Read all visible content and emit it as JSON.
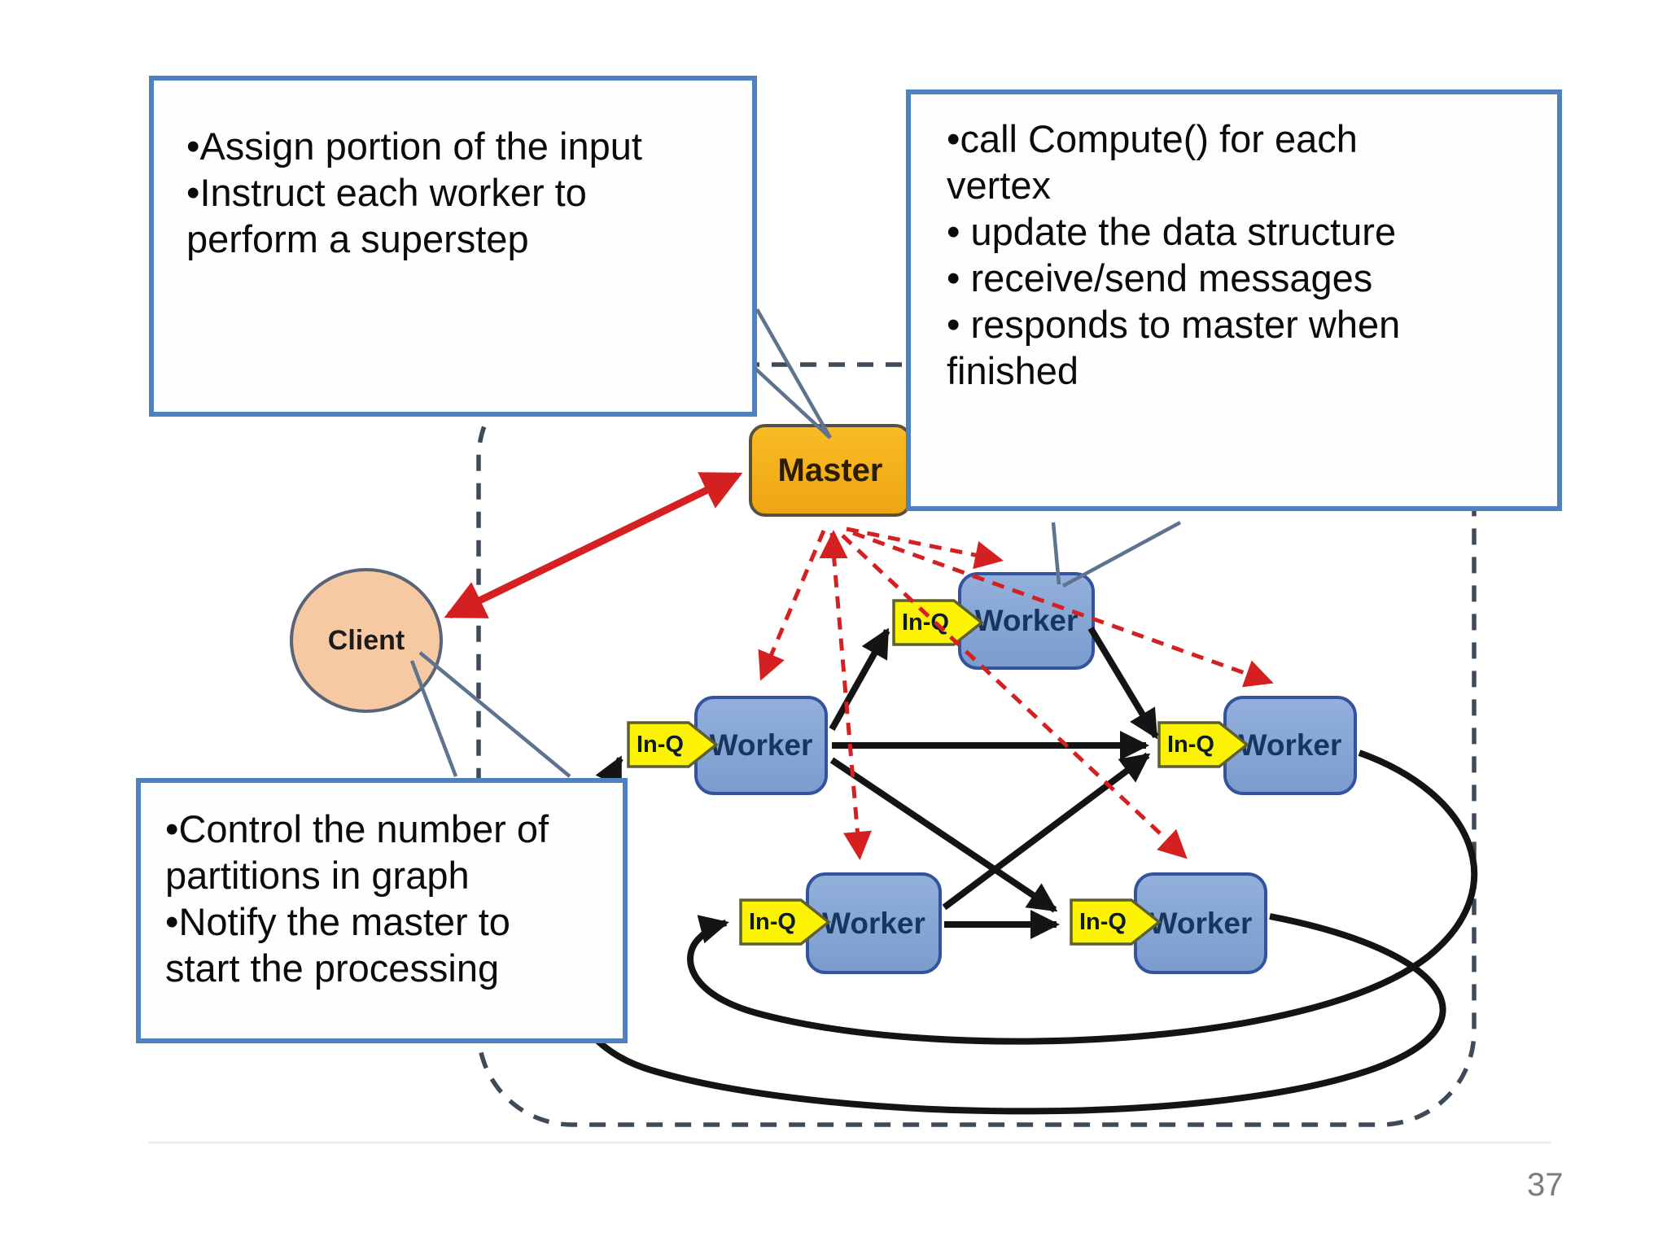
{
  "slide": {
    "page_number": "37",
    "background_color": "#ffffff"
  },
  "callouts": {
    "master_role": {
      "text": "•Assign portion of the input\n•Instruct each worker to\nperform a superstep"
    },
    "worker_role": {
      "text": "•call Compute() for each\nvertex\n• update the data structure\n• receive/send messages\n• responds to master when\nfinished"
    },
    "client_role": {
      "text": "•Control the number of\npartitions in graph\n•Notify the master to\nstart the processing"
    }
  },
  "nodes": {
    "master": {
      "label": "Master",
      "fill": "#F4A91D"
    },
    "client": {
      "label": "Client",
      "fill": "#F7C9A3"
    },
    "workers": [
      {
        "position": "top",
        "label": "Worker",
        "queue_label": "In-Q"
      },
      {
        "position": "middle-left",
        "label": "Worker",
        "queue_label": "In-Q"
      },
      {
        "position": "middle-right",
        "label": "Worker",
        "queue_label": "In-Q"
      },
      {
        "position": "bottom-left",
        "label": "Worker",
        "queue_label": "In-Q"
      },
      {
        "position": "bottom-right",
        "label": "Worker",
        "queue_label": "In-Q"
      }
    ],
    "worker_fill": "#84A5D5",
    "queue_fill": "#FBF303"
  },
  "colors": {
    "callout_border": "#4E81BD",
    "red_arrow": "#D42020",
    "black_edge": "#141414",
    "dashed_container": "#3f4a58",
    "pointer_line": "#5E7390"
  }
}
